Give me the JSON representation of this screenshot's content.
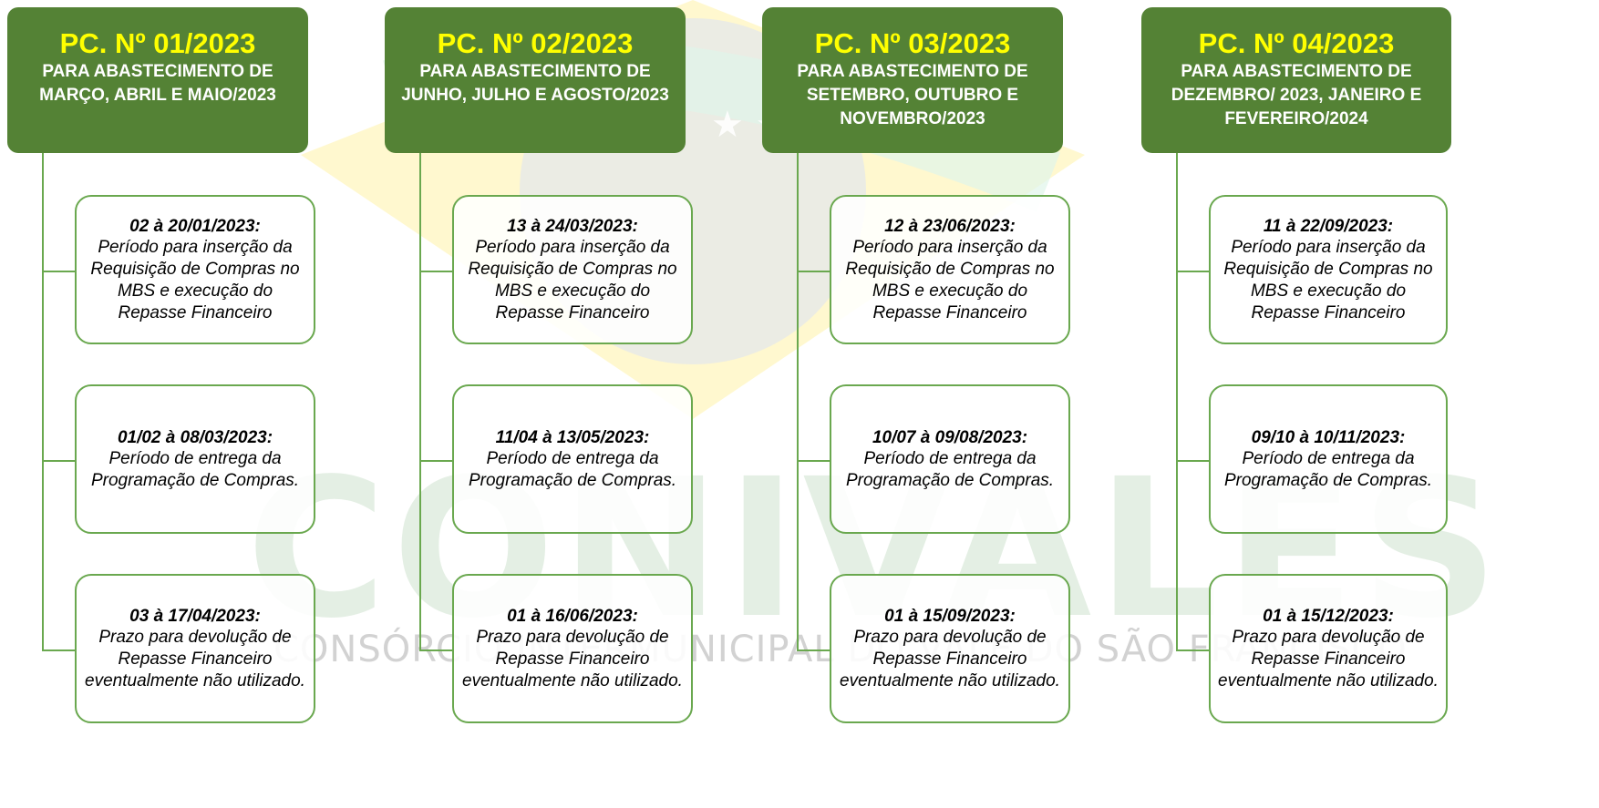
{
  "watermark": {
    "brand": "CONIVALES",
    "subtitle": "CONSÓRCIO INTERMUNICIPAL DO VALE DO SÃO FRANCISCO"
  },
  "colors": {
    "header_bg": "#548235",
    "header_code": "#ffff00",
    "line": "#6aa84f"
  },
  "columns": [
    {
      "code": "PC. Nº 01/2023",
      "desc": "PARA ABASTECIMENTO DE MARÇO, ABRIL E MAIO/2023",
      "items": [
        {
          "date": "02 à 20/01/2023:",
          "text": "Período para inserção da Requisição de Compras no MBS e execução do Repasse Financeiro"
        },
        {
          "date": "01/02 à 08/03/2023:",
          "text": "Período de entrega da Programação de Compras."
        },
        {
          "date": "03 à 17/04/2023:",
          "text": "Prazo para devolução de Repasse Financeiro eventualmente não utilizado."
        }
      ]
    },
    {
      "code": "PC. Nº 02/2023",
      "desc": "PARA ABASTECIMENTO DE JUNHO, JULHO E AGOSTO/2023",
      "items": [
        {
          "date": "13 à 24/03/2023:",
          "text": "Período para inserção da Requisição de Compras no MBS e execução do Repasse Financeiro"
        },
        {
          "date": "11/04 à 13/05/2023:",
          "text": "Período de entrega da Programação de Compras."
        },
        {
          "date": "01 à 16/06/2023:",
          "text": "Prazo para devolução de Repasse Financeiro eventualmente não utilizado."
        }
      ]
    },
    {
      "code": "PC. Nº 03/2023",
      "desc": "PARA ABASTECIMENTO DE SETEMBRO, OUTUBRO E NOVEMBRO/2023",
      "items": [
        {
          "date": "12 à 23/06/2023:",
          "text": "Período para inserção da Requisição de Compras no MBS e execução do Repasse Financeiro"
        },
        {
          "date": "10/07 à 09/08/2023:",
          "text": "Período de entrega da Programação de Compras."
        },
        {
          "date": "01 à 15/09/2023:",
          "text": "Prazo para devolução de Repasse Financeiro eventualmente não utilizado."
        }
      ]
    },
    {
      "code": "PC. Nº 04/2023",
      "desc": "PARA ABASTECIMENTO DE DEZEMBRO/ 2023, JANEIRO E FEVEREIRO/2024",
      "items": [
        {
          "date": "11 à 22/09/2023:",
          "text": "Período para inserção da Requisição de Compras no MBS e execução do Repasse Financeiro"
        },
        {
          "date": "09/10 à 10/11/2023:",
          "text": "Período de entrega da Programação de Compras."
        },
        {
          "date": "01 à 15/12/2023:",
          "text": "Prazo para devolução de Repasse Financeiro eventualmente não utilizado."
        }
      ]
    }
  ]
}
